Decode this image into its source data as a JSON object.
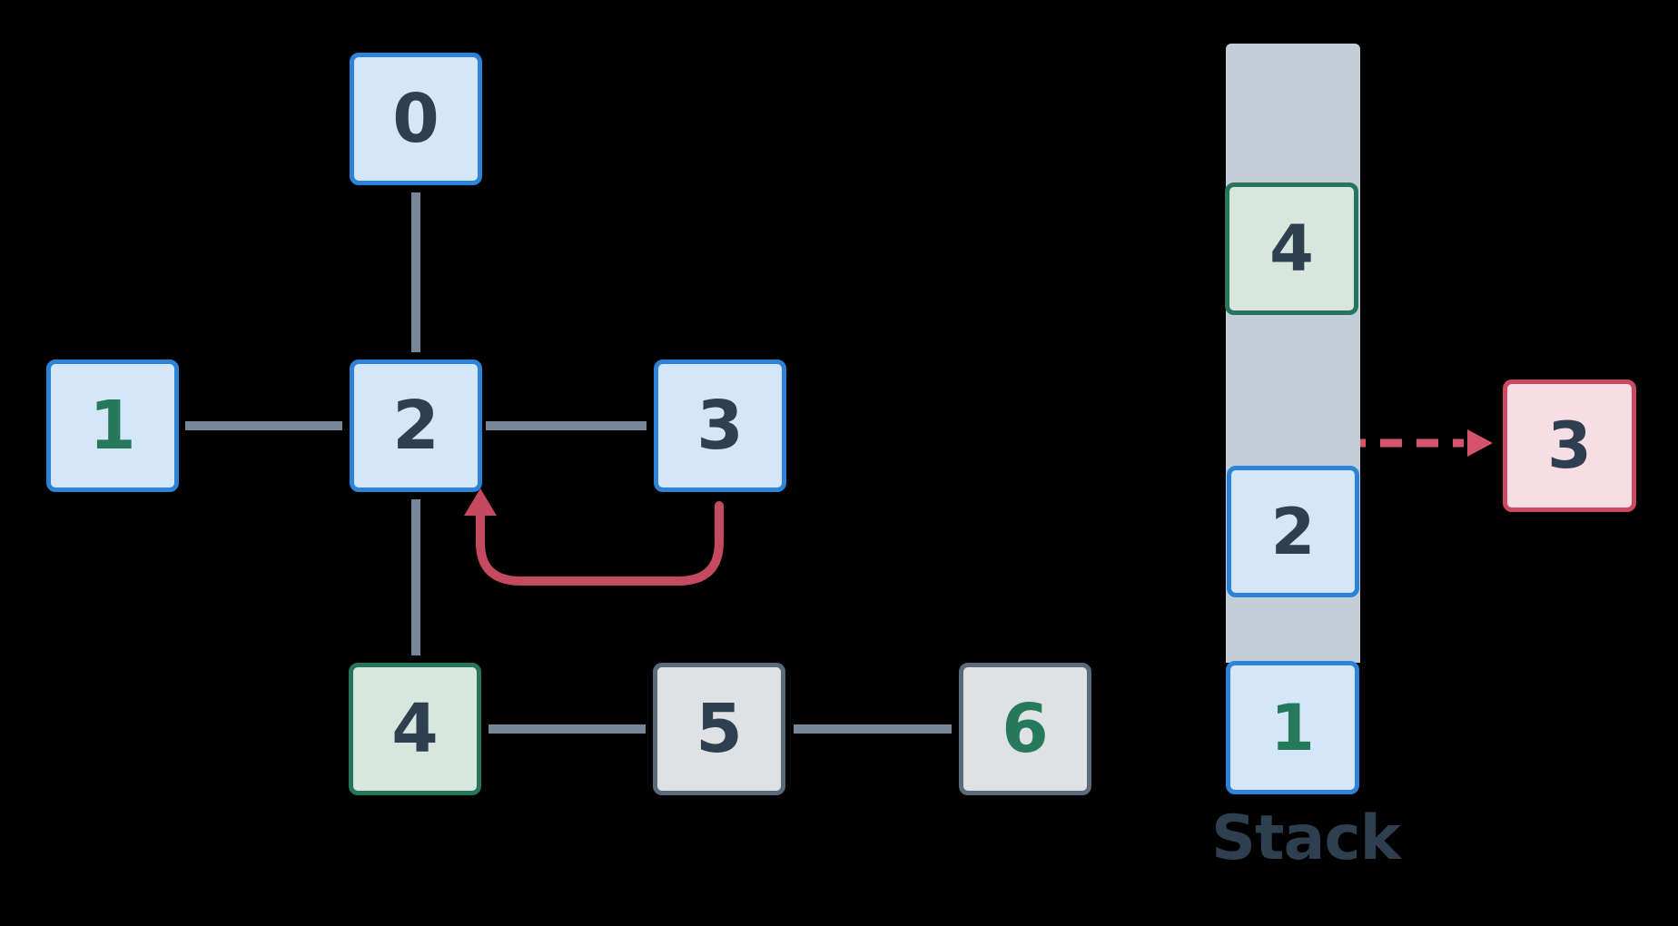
{
  "diagram": {
    "description_text": "",
    "graph": {
      "nodes": [
        {
          "id": "0",
          "label": "0",
          "variant": "blue",
          "label_color": "dark"
        },
        {
          "id": "1",
          "label": "1",
          "variant": "blue",
          "label_color": "green"
        },
        {
          "id": "2",
          "label": "2",
          "variant": "blue",
          "label_color": "dark"
        },
        {
          "id": "3",
          "label": "3",
          "variant": "blue",
          "label_color": "dark"
        },
        {
          "id": "4",
          "label": "4",
          "variant": "green",
          "label_color": "dark"
        },
        {
          "id": "5",
          "label": "5",
          "variant": "gray",
          "label_color": "dark"
        },
        {
          "id": "6",
          "label": "6",
          "variant": "gray",
          "label_color": "green"
        }
      ],
      "edges": [
        {
          "from": "0",
          "to": "2",
          "style": "solid-gray"
        },
        {
          "from": "1",
          "to": "2",
          "style": "solid-gray"
        },
        {
          "from": "2",
          "to": "3",
          "style": "solid-gray"
        },
        {
          "from": "2",
          "to": "4",
          "style": "solid-gray"
        },
        {
          "from": "4",
          "to": "5",
          "style": "solid-gray"
        },
        {
          "from": "5",
          "to": "6",
          "style": "solid-gray"
        },
        {
          "from": "3",
          "to": "2",
          "style": "red-curved-back-edge"
        }
      ]
    },
    "stack": {
      "title": "Stack",
      "cells": [
        {
          "label": "4",
          "variant": "green",
          "label_color": "dark",
          "position": "top"
        },
        {
          "label": "2",
          "variant": "blue",
          "label_color": "dark",
          "position": "middle"
        },
        {
          "label": "1",
          "variant": "blue",
          "label_color": "green",
          "position": "bottom"
        }
      ],
      "popped_cell": {
        "label": "3",
        "variant": "red",
        "label_color": "dark"
      },
      "arrows": [
        {
          "name": "green-dashed-down-arrow",
          "color": "green",
          "style": "dashed",
          "direction": "down"
        },
        {
          "name": "red-dashed-pop-arrow",
          "color": "red",
          "style": "dashed",
          "direction": "right"
        }
      ]
    },
    "colors": {
      "background": "#000000",
      "node_blue_border": "#2d83d8",
      "node_blue_fill": "#d4e6f7",
      "node_green_border": "#27745d",
      "node_green_fill": "#d7e7de",
      "node_gray_border": "#5b6a78",
      "node_gray_fill": "#dfe2e4",
      "node_red_border": "#cb4a60",
      "node_red_fill": "#f7dee4",
      "text_dark": "#2e3f50",
      "text_green": "#27795c",
      "edge_gray": "#76879a",
      "edge_red": "#c54a5f",
      "dash_red": "#d6546b",
      "dash_green": "#2a7d60",
      "stack_column": "#c3ced8"
    }
  }
}
